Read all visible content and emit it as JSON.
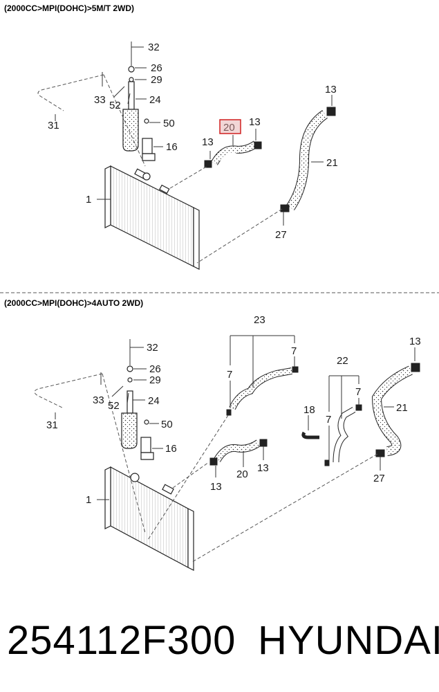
{
  "sections": [
    {
      "title": "(2000CC>MPI(DOHC)>5M/T 2WD)",
      "callouts": [
        "32",
        "26",
        "29",
        "33",
        "52",
        "24",
        "31",
        "50",
        "16",
        "1",
        "13",
        "21",
        "13",
        "13",
        "27"
      ],
      "highlighted_callout": "20"
    },
    {
      "title": "(2000CC>MPI(DOHC)>4AUTO 2WD)",
      "callouts": [
        "23",
        "32",
        "7",
        "26",
        "29",
        "33",
        "52",
        "24",
        "31",
        "50",
        "16",
        "1",
        "13",
        "20",
        "13",
        "22",
        "7",
        "7",
        "18",
        "13",
        "21",
        "27",
        "7"
      ]
    }
  ],
  "footer": {
    "part_number": "254112F300",
    "brand": "HYUNDAI"
  }
}
